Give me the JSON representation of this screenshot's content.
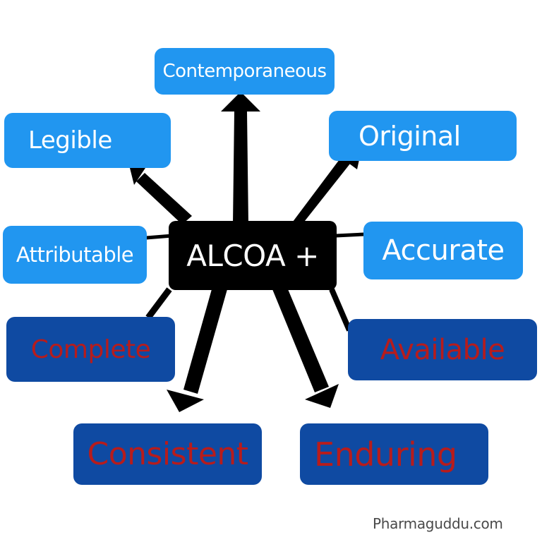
{
  "diagram": {
    "title": "ALCOA +",
    "colors": {
      "core_box": "#2196f0",
      "core_text": "#ffffff",
      "plus_box": "#0f4aa2",
      "plus_text": "#b71c1c",
      "center_box": "#000000",
      "center_text": "#ffffff",
      "arrow": "#000000"
    },
    "center": {
      "label": "ALCOA +"
    },
    "principles": [
      {
        "id": "contemporaneous",
        "label": "Contemporaneous",
        "group": "ALCOA"
      },
      {
        "id": "legible",
        "label": "Legible",
        "group": "ALCOA"
      },
      {
        "id": "original",
        "label": "Original",
        "group": "ALCOA"
      },
      {
        "id": "attributable",
        "label": "Attributable",
        "group": "ALCOA"
      },
      {
        "id": "accurate",
        "label": "Accurate",
        "group": "ALCOA"
      },
      {
        "id": "complete",
        "label": "Complete",
        "group": "plus"
      },
      {
        "id": "available",
        "label": "Available",
        "group": "plus"
      },
      {
        "id": "consistent",
        "label": "Consistent",
        "group": "plus"
      },
      {
        "id": "enduring",
        "label": "Enduring",
        "group": "plus"
      }
    ],
    "edges": [
      {
        "from": "ALCOA +",
        "to": "Contemporaneous",
        "style": "thick-arrow"
      },
      {
        "from": "ALCOA +",
        "to": "Legible",
        "style": "arrow"
      },
      {
        "from": "ALCOA +",
        "to": "Original",
        "style": "arrow"
      },
      {
        "from": "ALCOA +",
        "to": "Attributable",
        "style": "line"
      },
      {
        "from": "ALCOA +",
        "to": "Accurate",
        "style": "line"
      },
      {
        "from": "ALCOA +",
        "to": "Complete",
        "style": "line"
      },
      {
        "from": "ALCOA +",
        "to": "Available",
        "style": "line"
      },
      {
        "from": "ALCOA +",
        "to": "Consistent",
        "style": "thick-arrow"
      },
      {
        "from": "ALCOA +",
        "to": "Enduring",
        "style": "thick-arrow"
      }
    ]
  },
  "watermark": "Pharmaguddu.com"
}
